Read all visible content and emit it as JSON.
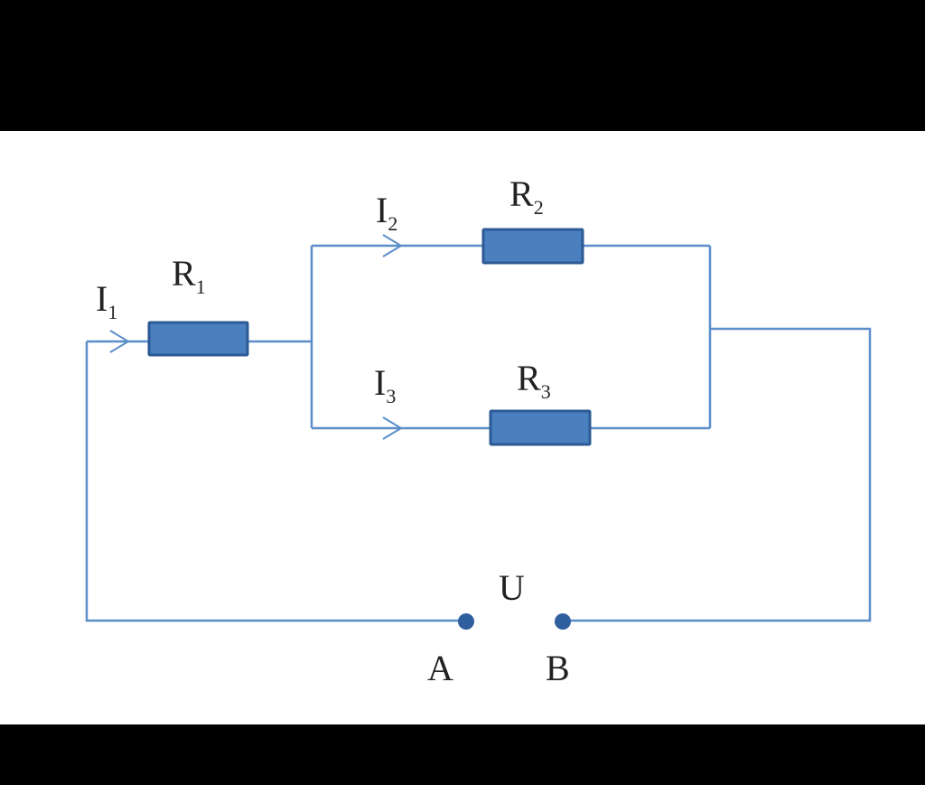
{
  "diagram": {
    "colors": {
      "wire": "#5b8ec9",
      "resistor_fill": "#4a7fc0",
      "resistor_stroke": "#2c5a94",
      "terminal": "#2f5f9e",
      "text": "#222222"
    },
    "currents": [
      {
        "main": "I",
        "sub": "1"
      },
      {
        "main": "I",
        "sub": "2"
      },
      {
        "main": "I",
        "sub": "3"
      }
    ],
    "resistors": [
      {
        "main": "R",
        "sub": "1"
      },
      {
        "main": "R",
        "sub": "2"
      },
      {
        "main": "R",
        "sub": "3"
      }
    ],
    "voltage_label": "U",
    "terminals": [
      "A",
      "B"
    ]
  }
}
